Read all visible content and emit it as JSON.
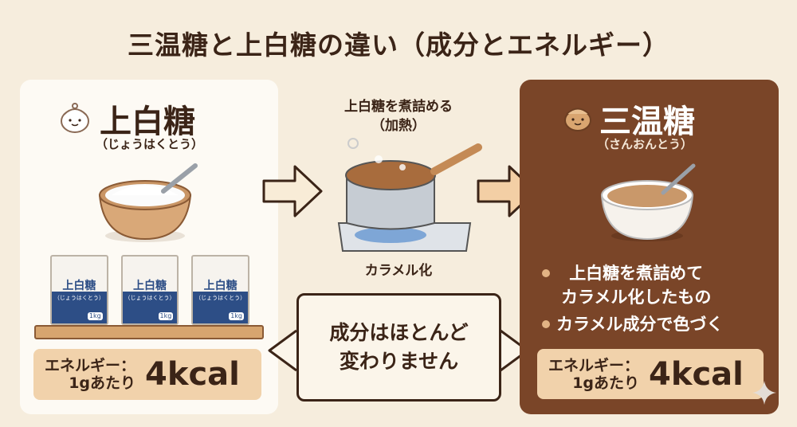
{
  "title": "三温糖と上白糖の違い（成分とエネルギー）",
  "left": {
    "name": "上白糖",
    "reading": "（じょうはくとう）",
    "bag_label": "上白糖",
    "bag_reading": "（じょうはくとう）",
    "bag_weight": "1kg",
    "energy_label_1": "エネルギー：",
    "energy_label_2": "1gあたり",
    "energy_value": "4kcal"
  },
  "middle": {
    "process_1": "上白糖を煮詰める",
    "process_2": "（加熱）",
    "caption": "カラメル化",
    "compare_1": "成分はほとんど",
    "compare_2": "変わりません"
  },
  "right": {
    "name": "三温糖",
    "reading": "（さんおんとう）",
    "bullets": [
      "上白糖を煮詰めて\nカラメル化したもの",
      "カラメル成分で色づく"
    ],
    "bullet_1a": "上白糖を煮詰めて",
    "bullet_1b": "カラメル化したもの",
    "bullet_2": "カラメル成分で色づく",
    "energy_label_1": "エネルギー：",
    "energy_label_2": "1gあたり",
    "energy_value": "4kcal"
  },
  "colors": {
    "background": "#f6eddd",
    "brown_panel": "#7a4528",
    "energy_box": "#f1d2ab",
    "text": "#3b2417",
    "bag_blue": "#2d4e86"
  }
}
